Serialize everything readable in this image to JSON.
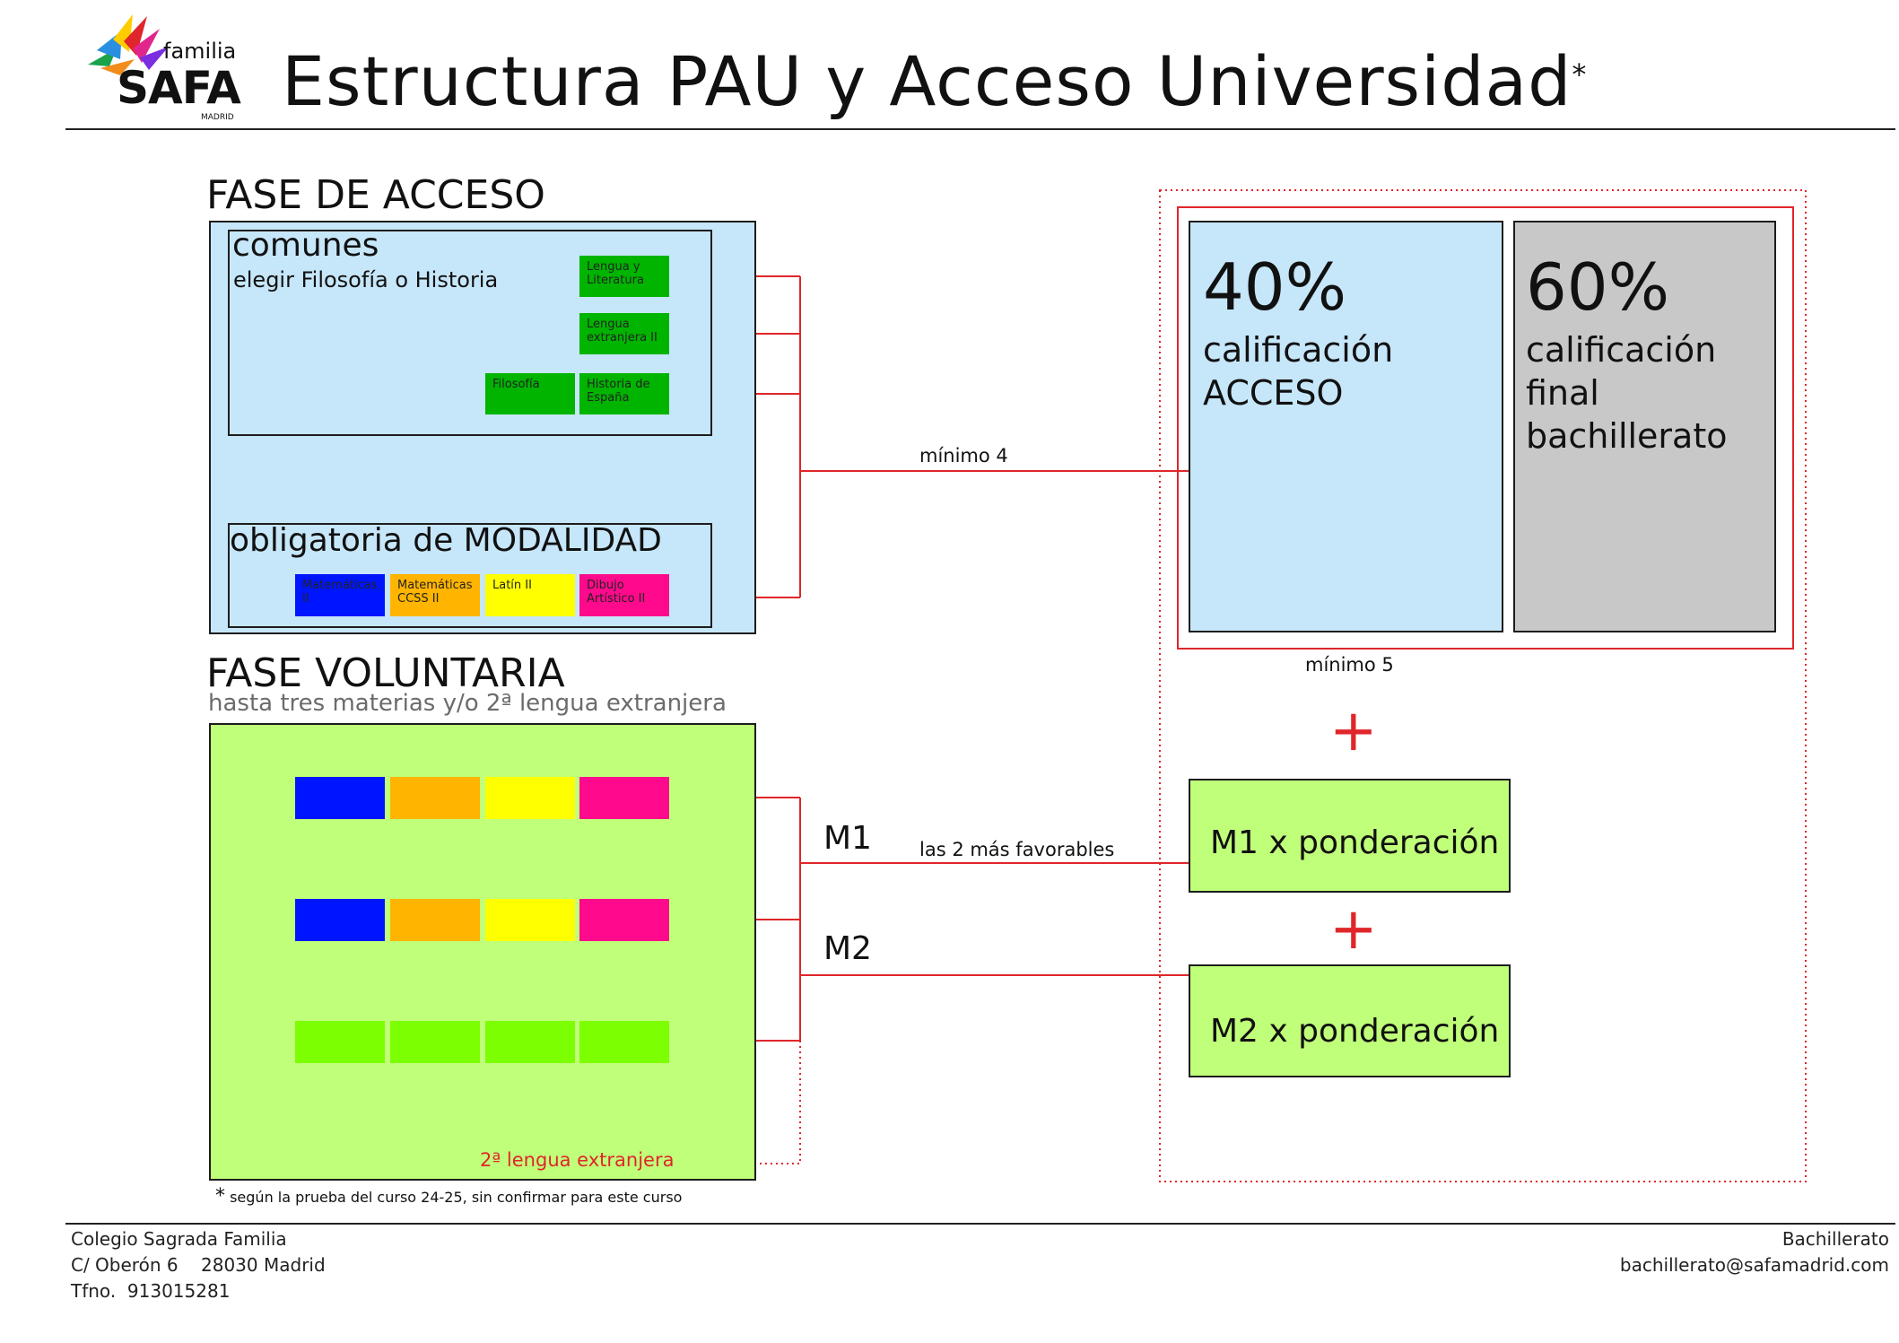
{
  "header": {
    "title": "Estructura PAU y Acceso Universidad",
    "title_mark": "*",
    "logo": {
      "line1": "familia",
      "line2": "SAFA",
      "line3": "MADRID"
    }
  },
  "fase_acceso": {
    "title": "FASE DE ACCESO",
    "comunes": {
      "title": "comunes",
      "subtitle": "elegir Filosofía o Historia",
      "subjects": [
        {
          "label": "Lengua y Literatura",
          "color": "#00b400"
        },
        {
          "label": "Lengua extranjera II",
          "color": "#00b400"
        },
        {
          "label": "Filosofía",
          "color": "#00b400"
        },
        {
          "label": "Historia de España",
          "color": "#00b400"
        }
      ]
    },
    "modalidad": {
      "title": "obligatoria de MODALIDAD",
      "subjects": [
        {
          "label": "Matemáticas II",
          "color": "#0015ff"
        },
        {
          "label": "Matemáticas CCSS II",
          "color": "#ffb400"
        },
        {
          "label": "Latín II",
          "color": "#ffff00"
        },
        {
          "label": "Dibujo Artístico II",
          "color": "#ff0a8c"
        }
      ]
    },
    "minimo_label": "mínimo 4"
  },
  "fase_voluntaria": {
    "title": "FASE VOLUNTARIA",
    "subtitle": "hasta tres materias y/o 2ª lengua extranjera",
    "row_colors": [
      [
        "#0015ff",
        "#ffb400",
        "#ffff00",
        "#ff0a8c"
      ],
      [
        "#0015ff",
        "#ffb400",
        "#ffff00",
        "#ff0a8c"
      ],
      [
        "#7cff00",
        "#7cff00",
        "#7cff00",
        "#7cff00"
      ]
    ],
    "second_language": "2ª lengua extranjera",
    "m1": "M1",
    "m2": "M2",
    "favorables_label": "las 2 más favorables"
  },
  "calificacion": {
    "acceso": {
      "percent": "40%",
      "label": "calificación ACCESO",
      "color": "#c6e6f9"
    },
    "bachillerato": {
      "percent": "60%",
      "label": "calificación final bachillerato",
      "color": "#c8c8c8"
    },
    "minimo_label": "mínimo 5",
    "plus": "+",
    "m1_box": "M1 x ponderación",
    "m2_box": "M2 x ponderación"
  },
  "footnote": {
    "mark": "*",
    "text": "según la prueba del curso 24-25, sin confirmar para este curso"
  },
  "footer": {
    "left": [
      "Colegio Sagrada Familia",
      "C/ Oberón 6    28030 Madrid",
      "Tfno.  913015281"
    ],
    "right": [
      "Bachillerato",
      "bachillerato@safamadrid.com"
    ]
  },
  "colors": {
    "accent_red": "#e0262a",
    "acceso_bg": "#c6e6f9",
    "voluntaria_bg": "#c0ff7a",
    "m_box_bg": "#c0ff7a"
  }
}
